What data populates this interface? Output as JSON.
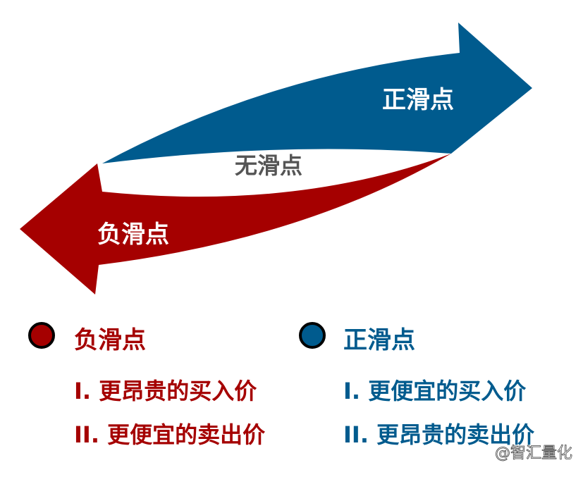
{
  "diagram": {
    "positive_label": "正滑点",
    "none_label": "无滑点",
    "negative_label": "负滑点"
  },
  "legend": {
    "negative": {
      "title": "负滑点",
      "items": [
        "I. 更昂贵的买入价",
        "II. 更便宜的卖出价"
      ],
      "color": "#a50000"
    },
    "positive": {
      "title": "正滑点",
      "items": [
        "I. 更便宜的买入价",
        "II. 更昂贵的卖出价"
      ],
      "color": "#005b8e"
    }
  },
  "watermark": "@智汇量化"
}
